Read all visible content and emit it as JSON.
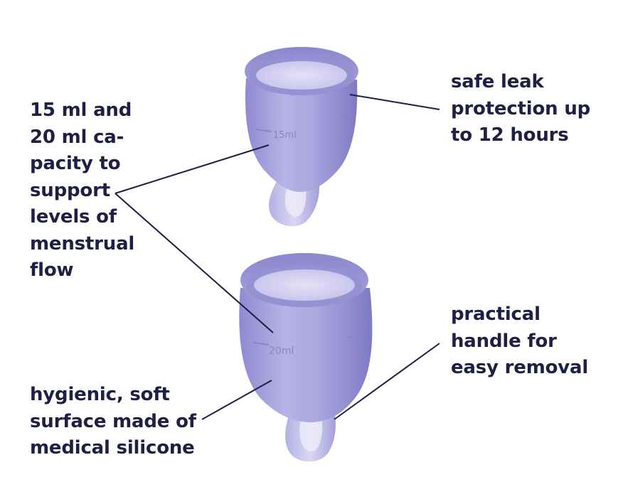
{
  "annotations": {
    "capacity": "15 ml and\n20 ml ca-\npacity to\nsupport\nlevels of\nmenstrual\nflow",
    "leak": "safe leak\nprotection up\nto 12 hours",
    "handle": "practical\nhandle for\neasy removal",
    "hygienic": "hygienic, soft\nsurface made of\nmedical silicone"
  },
  "cups": {
    "top_marking": "15ml",
    "bottom_marking": "20ml"
  },
  "colors": {
    "text": "#1e1f45",
    "cup": "#9c98d6",
    "cup_dark": "#7f7ac4",
    "leader_line": "#1e1f45"
  }
}
